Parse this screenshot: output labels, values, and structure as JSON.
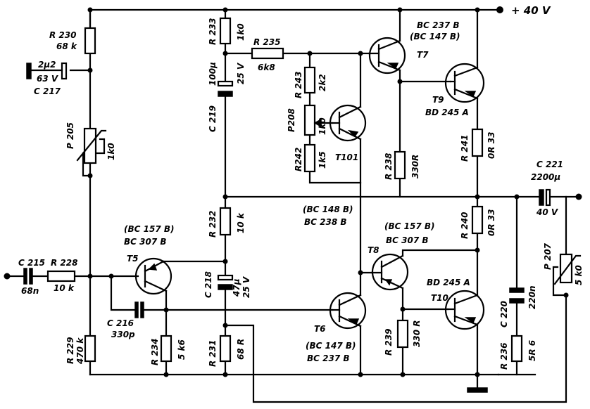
{
  "supply": {
    "label": "+ 40 V"
  },
  "components": {
    "R230": {
      "ref": "R 230",
      "value": "68 k"
    },
    "C217": {
      "ref": "C 217",
      "value": "2µ2",
      "voltage": "63 V"
    },
    "P205": {
      "ref": "P 205",
      "value": "1k0"
    },
    "R233": {
      "ref": "R 233",
      "value": "1k0"
    },
    "R235": {
      "ref": "R 235",
      "value": "6k8"
    },
    "C219": {
      "ref": "C 219",
      "value": "100µ",
      "voltage": "25 V"
    },
    "R243": {
      "ref": "R 243",
      "value": "2k2"
    },
    "P208": {
      "ref": "P208",
      "value": "1k0"
    },
    "R242": {
      "ref": "R242",
      "value": "1k5"
    },
    "T101": {
      "ref": "T101"
    },
    "T7": {
      "ref": "T7",
      "type": "BC 237 B",
      "alt": "(BC 147 B)"
    },
    "T9": {
      "ref": "T9",
      "type": "BD 245 A"
    },
    "R238": {
      "ref": "R 238",
      "value": "330R"
    },
    "R241": {
      "ref": "R 241",
      "value": "0R 33"
    },
    "C221": {
      "ref": "C 221",
      "value": "2200µ",
      "voltage": "40 V"
    },
    "R232": {
      "ref": "R 232",
      "value": "10 k"
    },
    "T5": {
      "ref": "T5",
      "type": "BC 307 B",
      "alt": "(BC 157 B)"
    },
    "C215": {
      "ref": "C 215",
      "value": "68n"
    },
    "R228": {
      "ref": "R 228",
      "value": "10 k"
    },
    "C216": {
      "ref": "C 216",
      "value": "330p"
    },
    "C218": {
      "ref": "C 218",
      "value": "47µ",
      "voltage": "25 V"
    },
    "R229": {
      "ref": "R 229",
      "value": "470 k"
    },
    "R234": {
      "ref": "R 234",
      "value": "5 k6"
    },
    "R231": {
      "ref": "R 231",
      "value": "68 R"
    },
    "T6": {
      "ref": "T6",
      "type": "BC 237 B",
      "alt": "(BC 147 B)"
    },
    "T6label": {
      "type": "BC 238 B",
      "alt": "(BC 148 B)"
    },
    "T8": {
      "ref": "T8",
      "type": "BC 307 B",
      "alt": "(BC 157 B)"
    },
    "T10": {
      "ref": "T10",
      "type": "BD 245 A"
    },
    "R239": {
      "ref": "R 239",
      "value": "330 R"
    },
    "R240": {
      "ref": "R 240",
      "value": "0R 33"
    },
    "C220": {
      "ref": "C 220",
      "value": "220n"
    },
    "R236": {
      "ref": "R 236",
      "value": "5R 6"
    },
    "P207": {
      "ref": "P 207",
      "value": "5 k0"
    }
  }
}
